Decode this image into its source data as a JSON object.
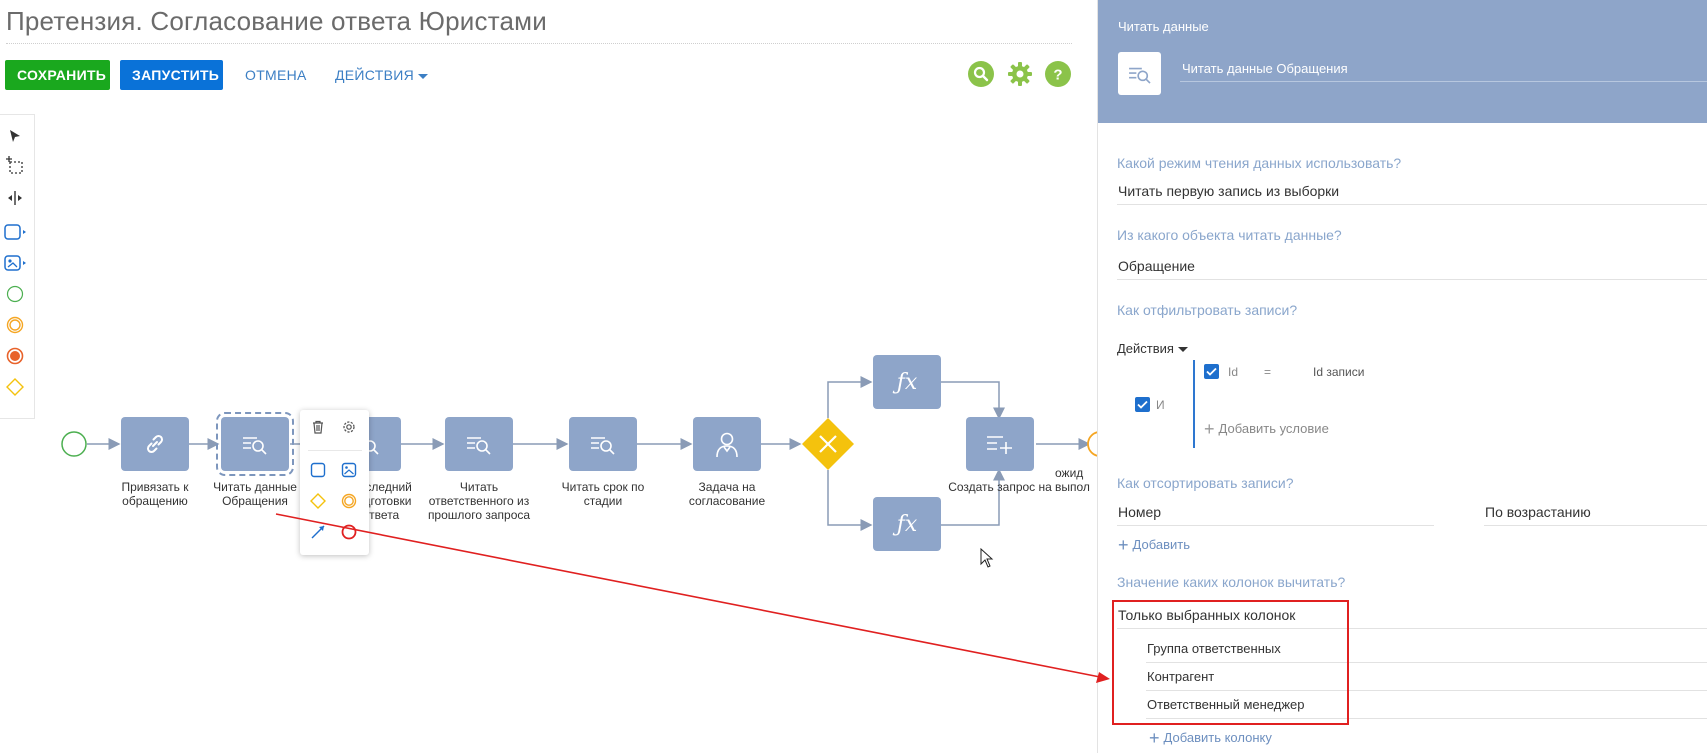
{
  "header": {
    "title": "Претензия. Согласование ответа Юристами",
    "save_label": "СОХРАНИТЬ",
    "run_label": "ЗАПУСТИТЬ",
    "cancel_label": "ОТМЕНА",
    "actions_label": "ДЕЙСТВИЯ",
    "icons": [
      "search-icon",
      "gear-icon",
      "help-icon"
    ],
    "icon_color": "#8bc34a"
  },
  "toolbox": {
    "tools": [
      "pointer-icon",
      "lasso-select-icon",
      "space-tool-icon",
      "task-icon",
      "subprocess-icon",
      "start-event-icon",
      "intermediate-event-icon",
      "end-event-icon",
      "gateway-icon"
    ]
  },
  "canvas": {
    "nodes": [
      {
        "label": "Привязать к обращению",
        "icon": "link-icon"
      },
      {
        "label": "Читать данные Обращения",
        "icon": "read-data-icon"
      },
      {
        "label": "Последний подготовки ответа",
        "icon": "read-data-icon"
      },
      {
        "label": "Читать ответственного из прошлого запроса",
        "icon": "read-data-icon"
      },
      {
        "label": "Читать срок по стадии",
        "icon": "read-data-icon"
      },
      {
        "label": "Задача на согласование",
        "icon": "user-task-icon"
      },
      {
        "label": "Создать запрос на",
        "icon": "add-data-icon"
      },
      {
        "label": "ожид выпол",
        "icon": "timer-event-icon"
      }
    ],
    "colors": {
      "node": "#8ea5c9",
      "gateway": "#f4c20d",
      "flow": "#8a9bb6",
      "start": "#4caf50"
    }
  },
  "panel": {
    "header_title": "Читать данные",
    "element_name": "Читать данные Обращения",
    "header_color": "#8ea5c9",
    "q_mode": "Какой режим чтения данных использовать?",
    "mode_value": "Читать первую запись из выборки",
    "q_object": "Из какого объекта читать данные?",
    "object_value": "Обращение",
    "q_filter": "Как отфильтровать записи?",
    "filter_actions": "Действия",
    "filter_group_op": "И",
    "filter_field": "Id",
    "filter_operator": "=",
    "filter_value": "Id записи",
    "add_condition": "Добавить условие",
    "q_sort": "Как отсортировать записи?",
    "sort_column": "Номер",
    "sort_direction": "По возрастанию",
    "add_sort": "Добавить",
    "q_columns": "Значение каких колонок вычитать?",
    "columns_mode": "Только выбранных колонок",
    "columns": [
      "Группа ответственных",
      "Контрагент",
      "Ответственный менеджер"
    ],
    "add_column": "Добавить колонку"
  },
  "annotation": {
    "color": "#e02020"
  }
}
